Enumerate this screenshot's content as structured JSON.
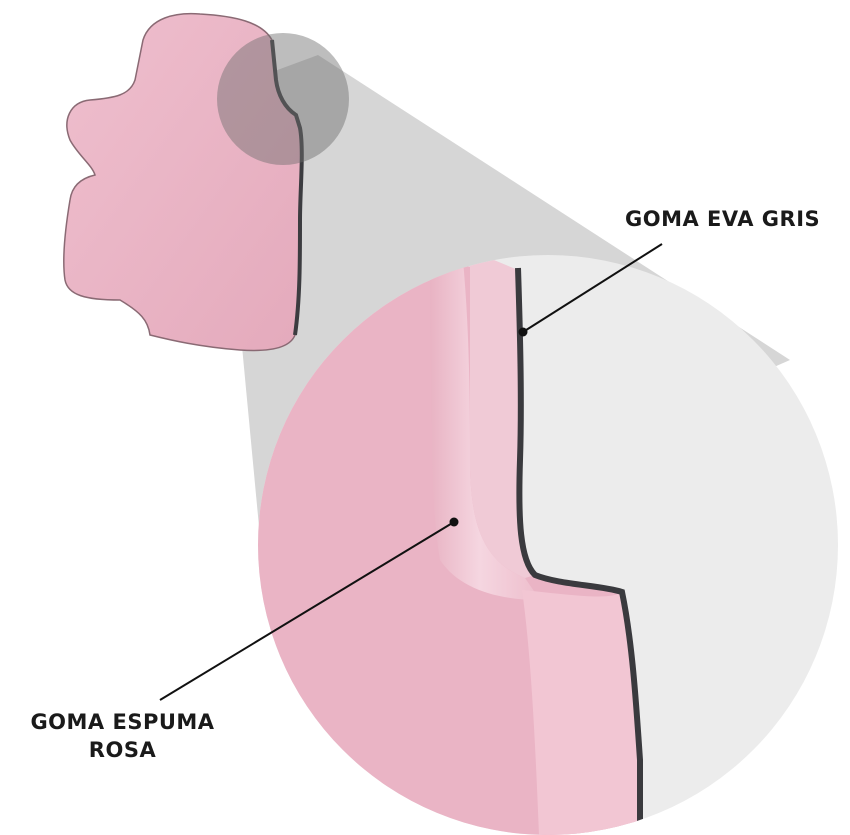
{
  "labels": {
    "eva": "GOMA EVA GRIS",
    "foam_line1": "GOMA ESPUMA",
    "foam_line2": "ROSA"
  },
  "colors": {
    "pink_foam": "#eab6c6",
    "pink_shade": "#dfa3b4",
    "pink_highlight": "#f6d8e2",
    "grey_eva": "#4a4a4e",
    "zoom_cone": "#d9d9d9",
    "background_light": "#ececec",
    "leader_line": "#111111"
  },
  "icons": {
    "pad_thumbnail": "cross-shaped-pink-pad",
    "magnifier": "zoom-circle-icon"
  }
}
